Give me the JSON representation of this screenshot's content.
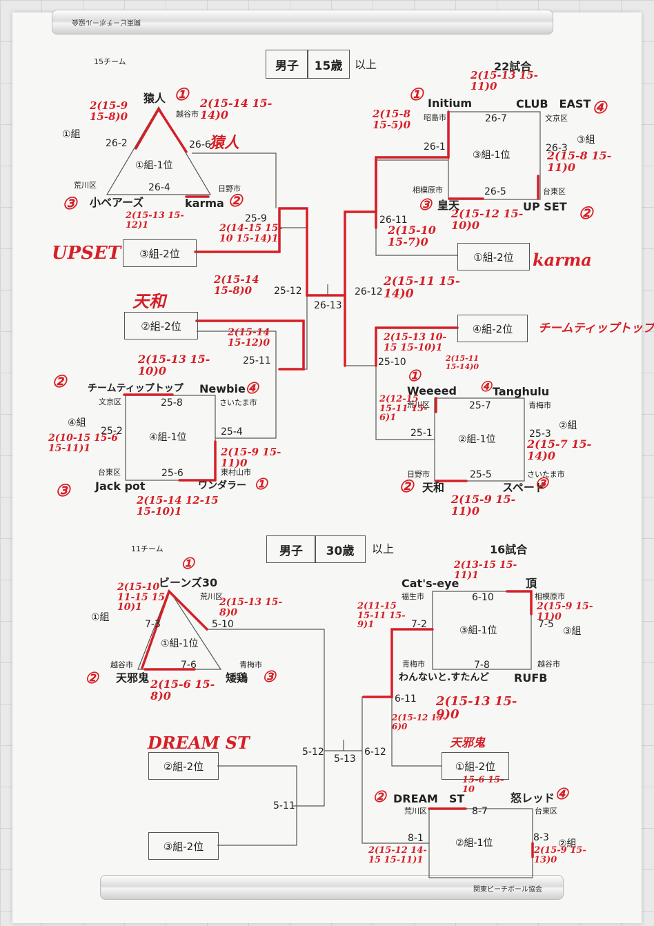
{
  "top_bar_label": "関東ビーチボール協会",
  "bottom_bar_label": "関東ビーチボール協会",
  "sec15": {
    "teams": "15チーム",
    "gender": "男子",
    "age": "15歳",
    "ijo": "以上",
    "games": "22試合",
    "grp1": {
      "label": "①組",
      "top": "猿人",
      "left": "小ベアーズ",
      "right": "karma",
      "top_city": "越谷市",
      "left_city": "荒川区",
      "right_city": "日野市",
      "m1": "26-2",
      "m2": "26-6",
      "m3": "26-4",
      "center": "①組-1位"
    },
    "grp3": {
      "label": "③組",
      "tl": "Initium",
      "tr": "CLUB　EAST",
      "bl": "皇天",
      "br": "UP SET",
      "tl_city": "昭島市",
      "tr_city": "文京区",
      "bl_city": "相模原市",
      "br_city": "台東区",
      "m1": "26-7",
      "m2": "26-1",
      "m3": "26-3",
      "m4": "26-5",
      "center": "③組-1位"
    },
    "grp4": {
      "label": "④組",
      "tl": "チームティップトップ",
      "tr": "Newbie",
      "bl": "Jack pot",
      "br": "ワンダラー",
      "tl_city": "文京区",
      "tr_city": "さいたま市",
      "bl_city": "台東区",
      "br_city": "東村山市",
      "m1": "25-8",
      "m2": "25-2",
      "m3": "25-4",
      "m4": "25-6",
      "center": "④組-1位"
    },
    "grp2": {
      "label": "②組",
      "tl": "Weeeed",
      "tr": "Tanghulu",
      "bl": "天和",
      "br": "スペード",
      "tl_city": "荒川区",
      "tr_city": "青梅市",
      "bl_city": "日野市",
      "br_city": "さいたま市",
      "m1": "25-7",
      "m2": "25-1",
      "m3": "25-3",
      "m4": "25-5",
      "center": "②組-1位"
    },
    "box_3_2": "③組-2位",
    "box_2_2": "②組-2位",
    "box_1_2": "①組-2位",
    "box_4_2": "④組-2位",
    "m_25_9": "25-9",
    "m_25_12": "25-12",
    "m_25_11": "25-11",
    "m_26_13": "26-13",
    "m_26_12": "26-12",
    "m_26_11": "26-11",
    "m_25_10": "25-10"
  },
  "sec30": {
    "teams": "11チーム",
    "gender": "男子",
    "age": "30歳",
    "ijo": "以上",
    "games": "16試合",
    "grp1": {
      "label": "①組",
      "top": "ビーンズ30",
      "left": "天邪鬼",
      "right": "矮鶏",
      "top_city": "荒川区",
      "left_city": "越谷市",
      "right_city": "青梅市",
      "m1": "7-3",
      "m2": "5-10",
      "m3": "7-6",
      "center": "①組-1位"
    },
    "grp3": {
      "label": "③組",
      "tl": "Cat's-eye",
      "tr": "頂",
      "bl": "わんないと.すたんど",
      "br": "RUFB",
      "tl_city": "福生市",
      "tr_city": "相模原市",
      "bl_city": "青梅市",
      "br_city": "越谷市",
      "m1": "6-10",
      "m2": "7-2",
      "m3": "7-5",
      "m4": "7-8",
      "center": "③組-1位"
    },
    "grp2": {
      "label": "②組",
      "tl": "DREAM　ST",
      "tr": "怒レッド",
      "tl_city": "荒川区",
      "tr_city": "台東区",
      "m1": "8-7",
      "m2": "8-1",
      "m3": "8-3",
      "center": "②組-1位"
    },
    "box_2_2": "②組-2位",
    "box_3_2": "③組-2位",
    "box_1_2": "①組-2位",
    "m_5_12": "5-12",
    "m_5_13": "5-13",
    "m_6_12": "6-12",
    "m_5_11": "5-11",
    "m_6_11": "6-11"
  },
  "hand": {
    "c1": "①",
    "c2": "②",
    "c3": "③",
    "c4": "④",
    "sarujin": "猿人",
    "upset": "UPSET",
    "tenwa": "天和",
    "karma": "karma",
    "tip": "チームティップトップ",
    "dream": "DREAM ST",
    "amanojaku": "天邪鬼",
    "s_a": "2(15-9 15-8)0",
    "s_b": "2(15-14 15-14)0",
    "s_c": "2(15-8 15-5)0",
    "s_d": "2(15-8 15-11)0",
    "s_e": "2(15-13 15-12)1",
    "s_f": "2(14-15 15-10 15-14)1",
    "s_g": "2(15-12 15-10)0",
    "s_h": "2(15-10 15-7)0",
    "s_i": "2(15-14 15-8)0",
    "s_j": "2(15-13 15-11)0",
    "s_k": "2(15-14 15-12)0",
    "s_l": "2(15-13 10-15 15-10)1",
    "s_m": "2(15-13 15-10)0",
    "s_n": "2(15-11 15-14)0",
    "s_o": "2(10-15 15-6 15-11)1",
    "s_p": "2(15-9 15-11)0",
    "s_q": "2(12-15 15-11 15-6)1",
    "s_r": "2(15-7 15-14)0",
    "s_s": "2(15-14 12-15 15-10)1",
    "s_t": "2(15-9 15-11)0",
    "s_u": "2(15-10 11-15 15-10)1",
    "s_v": "2(15-13 15-8)0",
    "s_w": "2(15-6 15-8)0",
    "s_x": "2(13-15 15-11)1",
    "s_y": "2(11-15 15-11 15-9)1",
    "s_z": "2(15-9 15-11)0",
    "s_aa": "2(15-13 15-9)0",
    "s_ab": "2(15-12 15-6)0",
    "s_ac": "15-6 15-10",
    "s_ad": "2(15-9 15-13)0",
    "s_ae": "2(15-12 14-15 15-11)1",
    "s_af": "1",
    "s_ag": "2(15-11 15-14)0"
  }
}
